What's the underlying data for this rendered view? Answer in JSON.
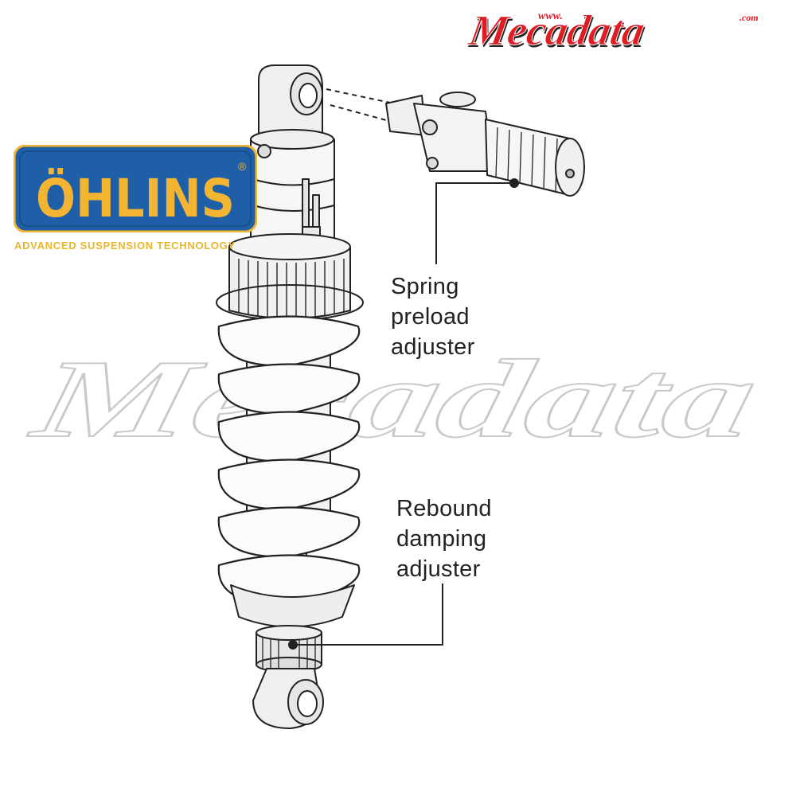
{
  "brand": {
    "text": "Mecadata",
    "prefix": "www.",
    "suffix": ".com",
    "color": "#e11b22"
  },
  "watermark": {
    "text": "Mecadata"
  },
  "ohlins": {
    "name": "ÖHLINS",
    "registered": "®",
    "tagline": "ADVANCED SUSPENSION TECHNOLOGY",
    "bg_color": "#1f5fa8",
    "fg_color": "#f2b431"
  },
  "labels": {
    "spring_preload": [
      "Spring",
      "preload",
      "adjuster"
    ],
    "rebound_damping": [
      "Rebound",
      "damping",
      "adjuster"
    ]
  }
}
